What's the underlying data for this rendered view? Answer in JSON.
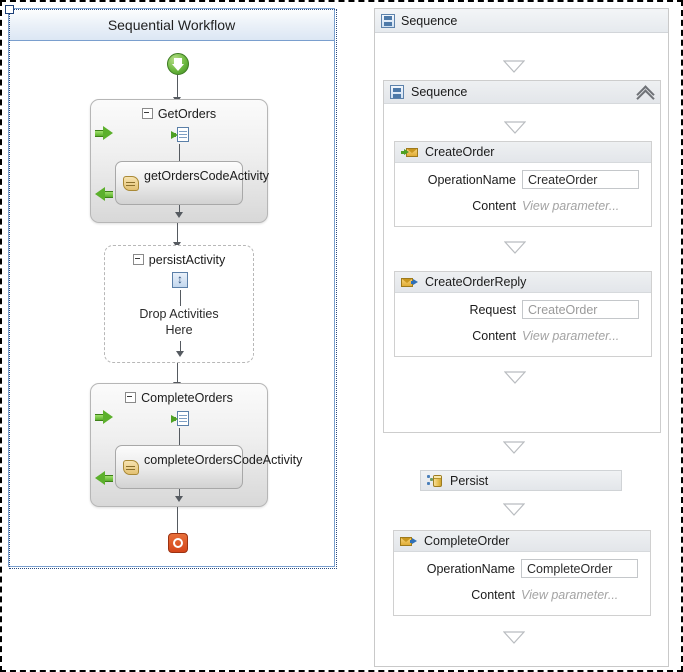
{
  "left_designer": {
    "title": "Sequential Workflow",
    "start_icon": "start-green-arrow-icon",
    "end_icon": "stop-red-circle-icon",
    "activities": [
      {
        "name": "GetOrders",
        "icon": "receive-activity-icon",
        "collapse_glyph": "minus",
        "child": {
          "label": "getOrdersCodeActivity",
          "icon": "code-activity-icon"
        }
      },
      {
        "name": "persistActivity",
        "icon": "persist-activity-icon",
        "collapse_glyph": "minus",
        "drop_hint_line1": "Drop Activities",
        "drop_hint_line2": "Here"
      },
      {
        "name": "CompleteOrders",
        "icon": "receive-activity-icon",
        "collapse_glyph": "minus",
        "child": {
          "label": "completeOrdersCodeActivity",
          "icon": "code-activity-icon"
        }
      }
    ]
  },
  "right_designer": {
    "outer": {
      "title": "Sequence",
      "icon": "sequence-icon"
    },
    "inner": {
      "title": "Sequence",
      "icon": "sequence-icon",
      "collapse_icon": "chevron-double-up-icon"
    },
    "activities": [
      {
        "title": "CreateOrder",
        "icon": "receive-message-icon",
        "rows": [
          {
            "label": "OperationName",
            "type": "input",
            "value": "CreateOrder"
          },
          {
            "label": "Content",
            "type": "ghost",
            "value": "View parameter..."
          }
        ]
      },
      {
        "title": "CreateOrderReply",
        "icon": "send-message-icon",
        "rows": [
          {
            "label": "Request",
            "type": "input-muted",
            "value": "CreateOrder"
          },
          {
            "label": "Content",
            "type": "ghost",
            "value": "View parameter..."
          }
        ]
      },
      {
        "title": "Persist",
        "icon": "persist-icon",
        "rows": []
      },
      {
        "title": "CompleteOrder",
        "icon": "send-message-icon",
        "rows": [
          {
            "label": "OperationName",
            "type": "input",
            "value": "CompleteOrder"
          },
          {
            "label": "Content",
            "type": "ghost",
            "value": "View parameter..."
          }
        ]
      }
    ],
    "drop_triangle_icon": "drop-target-triangle-icon"
  },
  "colors": {
    "panel_border_blue": "#7a9fce",
    "panel_border_gray": "#c9c9c9",
    "title_bar": "#dce7f4",
    "start_green": "#5cb02c",
    "end_red": "#d4451a",
    "envelope_yellow": "#e0ad36",
    "send_arrow_blue": "#2f6fb5"
  }
}
